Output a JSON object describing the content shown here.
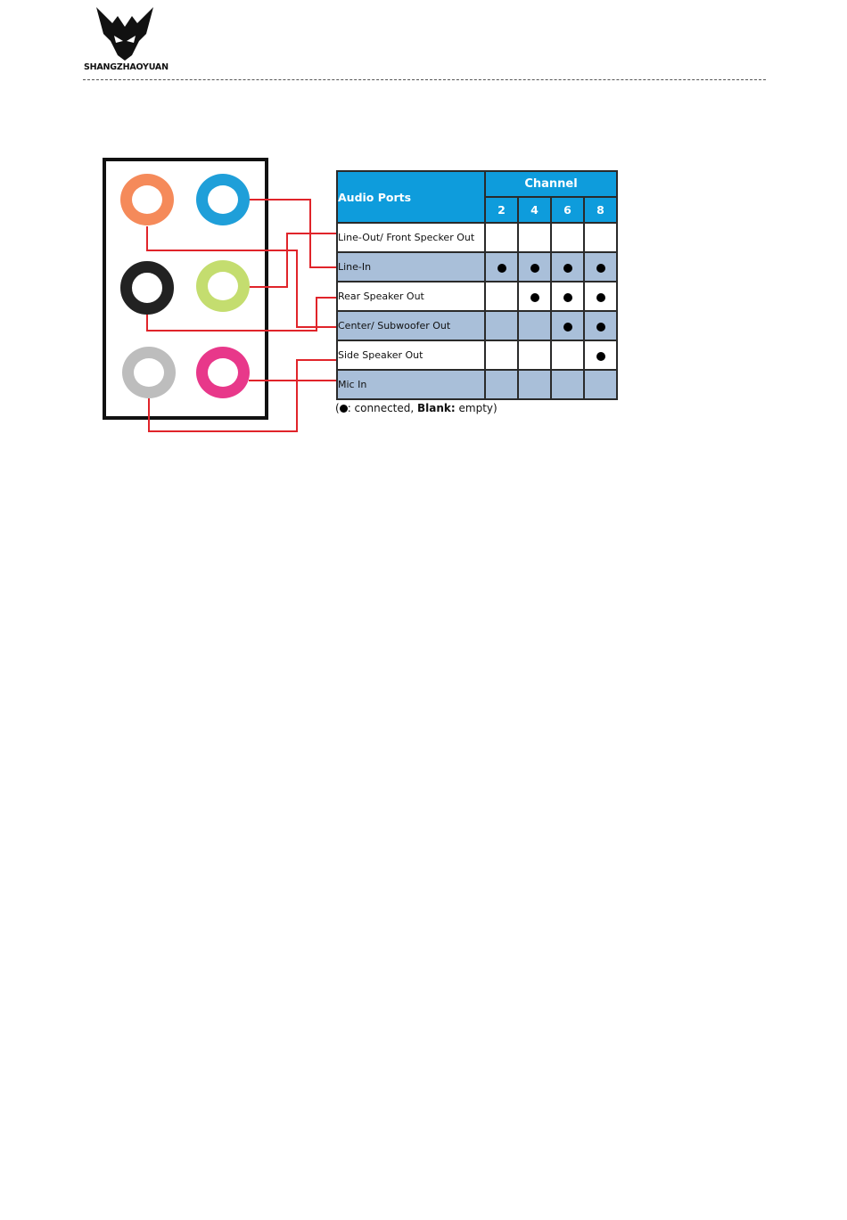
{
  "header": {
    "brand": "SHANGZHAOYUAN"
  },
  "jacks": [
    {
      "id": "orange",
      "color": "#f58a5a"
    },
    {
      "id": "blue",
      "color": "#1f9fd9"
    },
    {
      "id": "black",
      "color": "#222222"
    },
    {
      "id": "lime",
      "color": "#c4dd6f"
    },
    {
      "id": "gray",
      "color": "#bdbdbd"
    },
    {
      "id": "pink",
      "color": "#e8388a"
    }
  ],
  "wire_color": "#e0242a",
  "table": {
    "title": "Audio Ports",
    "channel_label": "Channel",
    "channels": [
      "2",
      "4",
      "6",
      "8"
    ],
    "rows": [
      {
        "label": "Line-Out/ Front Specker Out",
        "connected": [
          false,
          false,
          false,
          false
        ]
      },
      {
        "label": "Line-In",
        "connected": [
          true,
          true,
          true,
          true
        ]
      },
      {
        "label": "Rear Speaker Out",
        "connected": [
          false,
          true,
          true,
          true
        ]
      },
      {
        "label": "Center/ Subwoofer Out",
        "connected": [
          false,
          false,
          true,
          true
        ]
      },
      {
        "label": "Side Speaker Out",
        "connected": [
          false,
          false,
          false,
          true
        ]
      },
      {
        "label": "Mic In",
        "connected": [
          false,
          false,
          false,
          false
        ]
      }
    ],
    "header_color": "#0e9cdc",
    "shade_color": "#a9bfd9"
  },
  "legend": {
    "open": "(",
    "connected_text": ": connected, ",
    "blank_label": "Blank:",
    "blank_text": " empty)"
  }
}
